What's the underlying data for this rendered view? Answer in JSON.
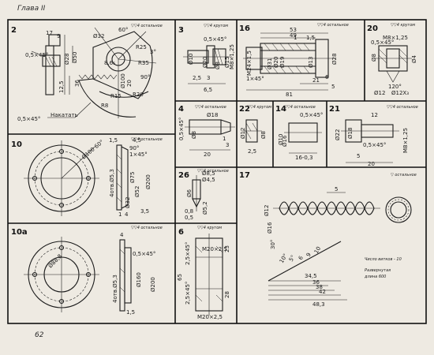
{
  "header": {
    "chapter": "Глава II"
  },
  "footer": {
    "page_number": "62"
  },
  "panels": [
    {
      "id": "2",
      "finish": "▽▽4 остальное",
      "labels": [
        "Ø32",
        "R35",
        "R25",
        "R15",
        "R8",
        "R20",
        "90°",
        "3°",
        "17",
        "9",
        "Ø8",
        "8.6₆",
        "20",
        "36",
        "0,5×45°",
        "12,5",
        "Ø100",
        "Ø50",
        "Ø28",
        "Накатать"
      ]
    },
    {
      "id": "3",
      "finish": "▽▽4 кругом",
      "labels": [
        "0,5×45°",
        "Ø10",
        "Ø20",
        "Ø15",
        "Ø8",
        "М8×1,25",
        "6,5",
        "3",
        "2,5"
      ]
    },
    {
      "id": "16",
      "finish": "▽▽4 остальное",
      "labels": [
        "53",
        "49",
        "М24×1,5",
        "1×45°",
        "Ø31",
        "Ø20",
        "Ø19",
        "Ø13",
        "Ø28",
        "21",
        "81",
        "6",
        "5",
        "1",
        "1,5"
      ]
    },
    {
      "id": "20",
      "finish": "▽▽4 кругом",
      "labels": [
        "М8×1,25",
        "0,5×45°",
        "Ø8",
        "Ø4",
        "120°",
        "Ø12",
        "Ø12Х₃"
      ]
    },
    {
      "id": "4",
      "finish": "▽▽4 остальное",
      "labels": [
        "Ø18",
        "0,5×45°",
        "Ø8",
        "3",
        "1",
        "20"
      ]
    },
    {
      "id": "22",
      "finish": "▽▽4 кругом",
      "labels": [
        "Ø12",
        "Ø8",
        "2,5"
      ]
    },
    {
      "id": "14",
      "finish": "▽▽4 остальное",
      "labels": [
        "0,5×45°",
        "Ø10",
        "Ø16",
        "16-0,3"
      ]
    },
    {
      "id": "21",
      "finish": "▽▽4 остальное",
      "labels": [
        "12",
        "Ø22",
        "Ø18",
        "0,5×45°",
        "М8×1,25",
        "5",
        "20"
      ]
    },
    {
      "id": "10",
      "finish": "▽▽4 остальное",
      "labels": [
        "Ø100 60°",
        "90°",
        "1×45°",
        "4отв.Ø5,3",
        "Ø75",
        "Ø52",
        "Ø32",
        "Ø200",
        "1",
        "4",
        "1,5",
        "4,5",
        "3,5"
      ]
    },
    {
      "id": "26",
      "finish": "▽▽4 остальное",
      "labels": [
        "Ø8,5",
        "Ø4,5",
        "Ø6",
        "Ø5,2",
        "0,8",
        "0,5"
      ]
    },
    {
      "id": "17",
      "finish": "▽ остальное",
      "labels": [
        "5",
        "Ø12",
        "Ø16",
        "30°",
        "10°",
        "5°",
        "6",
        "9",
        "10",
        "34,5",
        "36",
        "38",
        "42",
        "48,3"
      ],
      "notes": [
        "Число витков - 10",
        "Развернутая",
        "длина 600"
      ]
    },
    {
      "id": "10а",
      "finish": "▽▽4 остальное",
      "labels": [
        "4отв.Ø5,3",
        "Ø88,8",
        "0,5×45°",
        "Ø160",
        "Ø200",
        "4",
        "1,5"
      ]
    },
    {
      "id": "6",
      "finish": "▽▽4 кругом",
      "labels": [
        "М20×2,5",
        "М20×2,5",
        "2,5×45°",
        "2,5×45°",
        "23",
        "28",
        "65"
      ]
    }
  ]
}
